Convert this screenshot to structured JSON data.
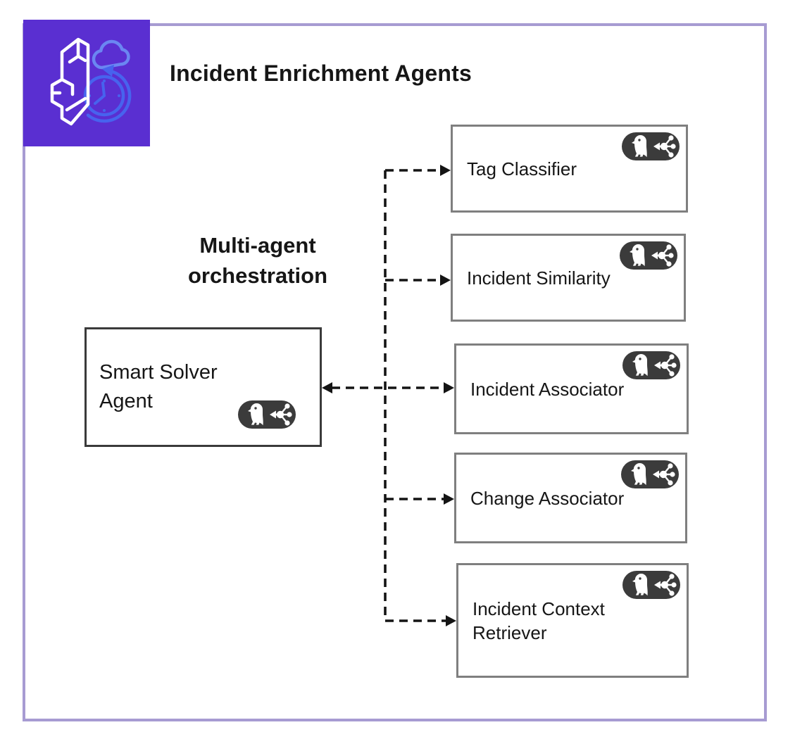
{
  "header": {
    "title": "Incident Enrichment Agents"
  },
  "logo": {
    "icon": "brain-cloud-clock",
    "background_color": "#5a2fd1",
    "brain_color": "#ffffff",
    "cloud_color": "#6b86f2",
    "clock_color": "#4763ee"
  },
  "orchestration": {
    "line1": "Multi-agent",
    "line2": "orchestration"
  },
  "solver": {
    "label_line1": "Smart Solver",
    "label_line2": "Agent"
  },
  "agents": [
    {
      "label": "Tag Classifier"
    },
    {
      "label": "Incident Similarity"
    },
    {
      "label": "Incident Associator"
    },
    {
      "label": "Change Associator"
    },
    {
      "label": "Incident Context Retriever"
    }
  ],
  "badge": {
    "icon": "agent-bird-network",
    "background_color": "#3b3b3b"
  },
  "colors": {
    "frame_border": "#a79bd2",
    "solver_border": "#3a3a3a",
    "agent_border": "#7f7f7f",
    "arrow": "#141414",
    "text": "#161616"
  }
}
